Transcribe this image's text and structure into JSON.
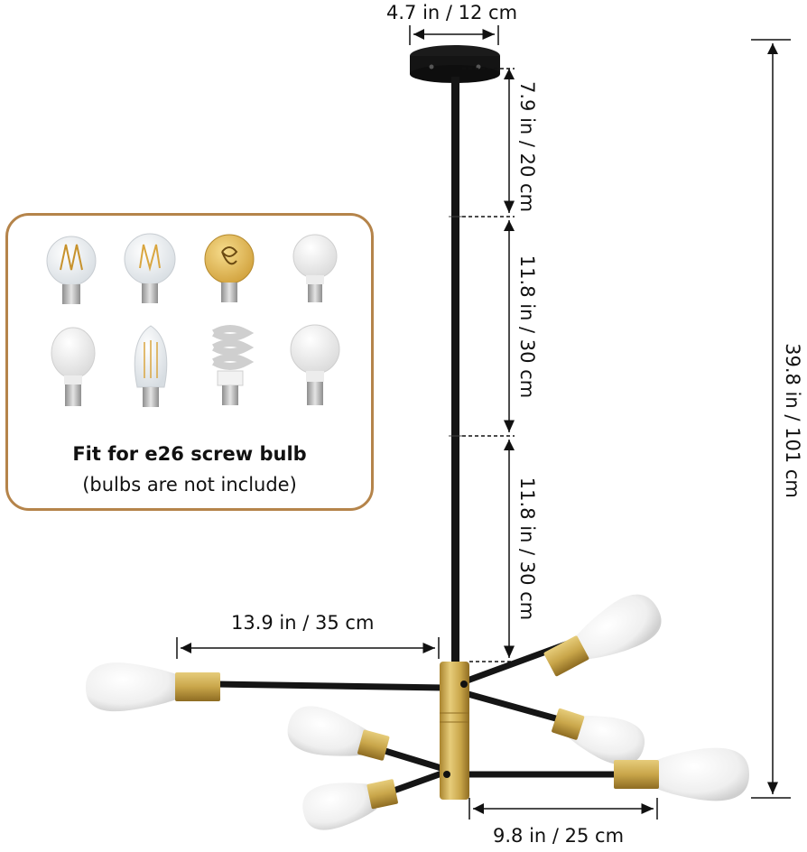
{
  "dimensions": {
    "canopy_width": "4.7 in / 12 cm",
    "segment_top": "7.9 in / 20 cm",
    "segment_mid": "11.8 in / 30 cm",
    "segment_low": "11.8 in / 30 cm",
    "total_height": "39.8 in / 101 cm",
    "arm_long": "13.9 in / 35 cm",
    "arm_short": "9.8 in / 25 cm"
  },
  "bulb_box": {
    "title": "Fit for e26 screw bulb",
    "subtitle": "(bulbs are not include)",
    "bulbs": [
      "filament-bulb-icon",
      "filament-globe-bulb-icon",
      "spiral-filament-bulb-icon",
      "led-bulb-icon",
      "led-small-bulb-icon",
      "edison-filament-bulb-icon",
      "cfl-spiral-bulb-icon",
      "led-globe-bulb-icon"
    ]
  },
  "colors": {
    "frame": "#151515",
    "brass": "#c9a64a",
    "frame_border": "#b5844a",
    "bulb_glass": "#f2f2f2"
  }
}
